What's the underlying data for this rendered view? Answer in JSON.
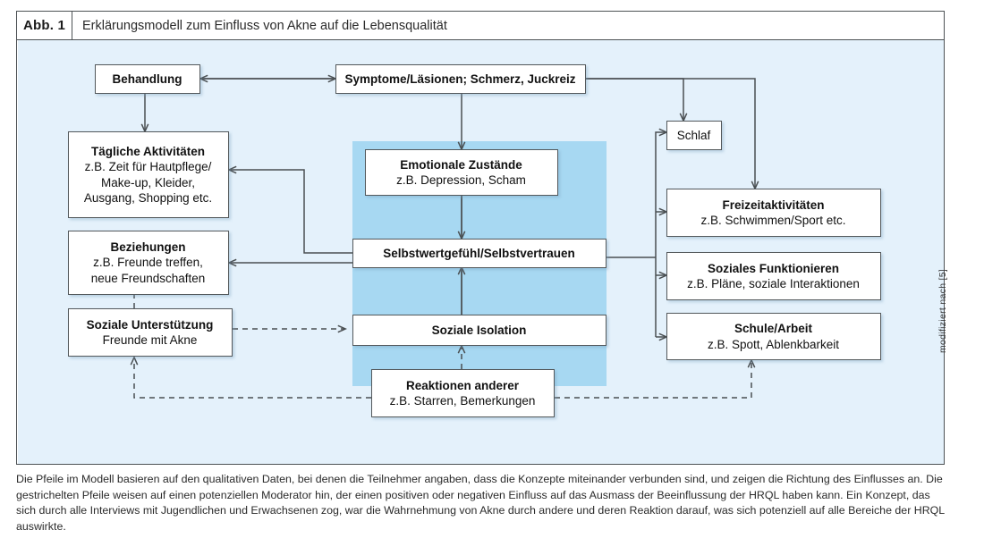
{
  "figure": {
    "label": "Abb. 1",
    "title": "Erklärungsmodell zum Einfluss von Akne auf die Lebensqualität",
    "credit": "modifiziert nach [5]",
    "caption": "Die Pfeile im Modell basieren auf den qualitativen Daten, bei denen die Teilnehmer angaben, dass die Konzepte miteinander verbunden sind, und zeigen die Richtung des Einflusses an. Die gestrichelten Pfeile weisen auf einen potenziellen Moderator hin, der einen positiven oder negativen Einfluss auf das Ausmass der Beeinflussung der HRQL haben kann. Ein Konzept, das sich durch alle Interviews mit Jugendlichen und Erwachsenen zog, war die Wahrnehmung von Akne durch andere und deren Reaktion darauf, was sich potenziell auf alle Bereiche der HRQL auswirkte."
  },
  "colors": {
    "canvas_background": "#e4f1fb",
    "inner_panel": "#a7d8f2",
    "node_fill": "#ffffff",
    "node_border": "#53585b",
    "arrow": "#4a4f52",
    "frame_border": "#4d5255"
  },
  "nodes": {
    "behandlung": {
      "title": "Behandlung",
      "sub": ""
    },
    "symptome": {
      "title": "Symptome/Läsionen; Schmerz, Juckreiz",
      "sub": ""
    },
    "schlaf": {
      "title": "Schlaf",
      "sub": ""
    },
    "taegliche": {
      "title": "Tägliche Aktivitäten",
      "sub_1": "z.B. Zeit für Hautpflege/",
      "sub_2": "Make-up, Kleider,",
      "sub_3": "Ausgang, Shopping etc."
    },
    "beziehungen": {
      "title": "Beziehungen",
      "sub_1": "z.B. Freunde treffen,",
      "sub_2": "neue Freundschaften"
    },
    "unterstuetzung": {
      "title": "Soziale Unterstützung",
      "sub": "Freunde mit Akne"
    },
    "emotionale": {
      "title": "Emotionale Zustände",
      "sub": "z.B. Depression, Scham"
    },
    "selbstwert": {
      "title": "Selbstwertgefühl/Selbstvertrauen",
      "sub": ""
    },
    "isolation": {
      "title": "Soziale Isolation",
      "sub": ""
    },
    "reaktionen": {
      "title": "Reaktionen anderer",
      "sub": "z.B. Starren, Bemerkungen"
    },
    "freizeit": {
      "title": "Freizeitaktivitäten",
      "sub": "z.B. Schwimmen/Sport etc."
    },
    "soziales": {
      "title": "Soziales Funktionieren",
      "sub": "z.B. Pläne, soziale Interaktionen"
    },
    "schule": {
      "title": "Schule/Arbeit",
      "sub": "z.B. Spott, Ablenkbarkeit"
    }
  }
}
